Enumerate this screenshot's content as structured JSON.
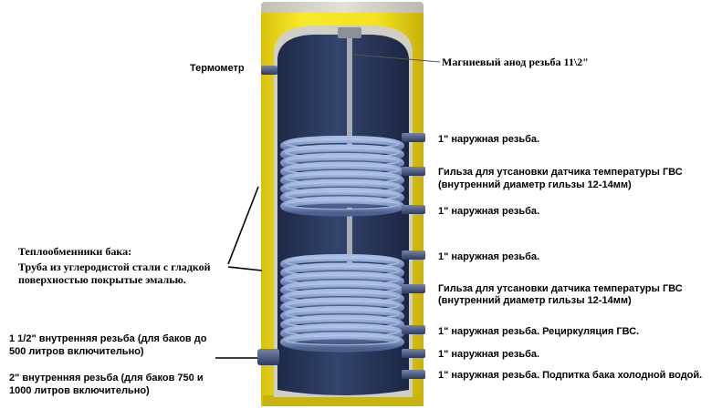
{
  "labels": {
    "thermometer": "Термометр",
    "anode": "Магниевый анод резьба 11\\2\"",
    "heat_exchangers_title": "Теплообменники бака:",
    "heat_exchangers_line1": "Труба из углеродистой стали с гладкой",
    "heat_exchangers_line2": "поверхностью покрытые эмалью.",
    "thread_upper_1": "1\" наружная резьба.",
    "sleeve_upper_line1": "Гильза для утсановки датчика температуры ГВС",
    "sleeve_upper_line2": "(внутренний диаметр гильзы 12-14мм)",
    "thread_upper_2": "1\" наружная резьба.",
    "thread_lower_1": "1\" наружная резьба.",
    "sleeve_lower_line1": "Гильза для утсановки датчика температуры ГВС",
    "sleeve_lower_line2": "(внутренний диаметр гильзы 12-14мм)",
    "recirculation": "1\" наружная резьба. Рециркуляция ГВС.",
    "thread_lower_2": "1\" наружная резьба.",
    "cold_water_inlet": "1\" наружная резьба. Подпитка бака холодной водой.",
    "drain_line1": "1 1/2\" внутренняя резьба (для баков до",
    "drain_line2": "500 литров включительно)",
    "drain_alt_line1": "2\" внутренняя резьба (для баков 750 и",
    "drain_alt_line2": "1000 литров включительно)"
  },
  "colors": {
    "jacket": "#f2e51e",
    "jacket_edge": "#c7b20c",
    "insulation": "#d2d2c8",
    "tank": "#2f3d63",
    "coil": "#7f95c3",
    "pipe": "#4f5f86",
    "anode": "#a9acb3"
  }
}
